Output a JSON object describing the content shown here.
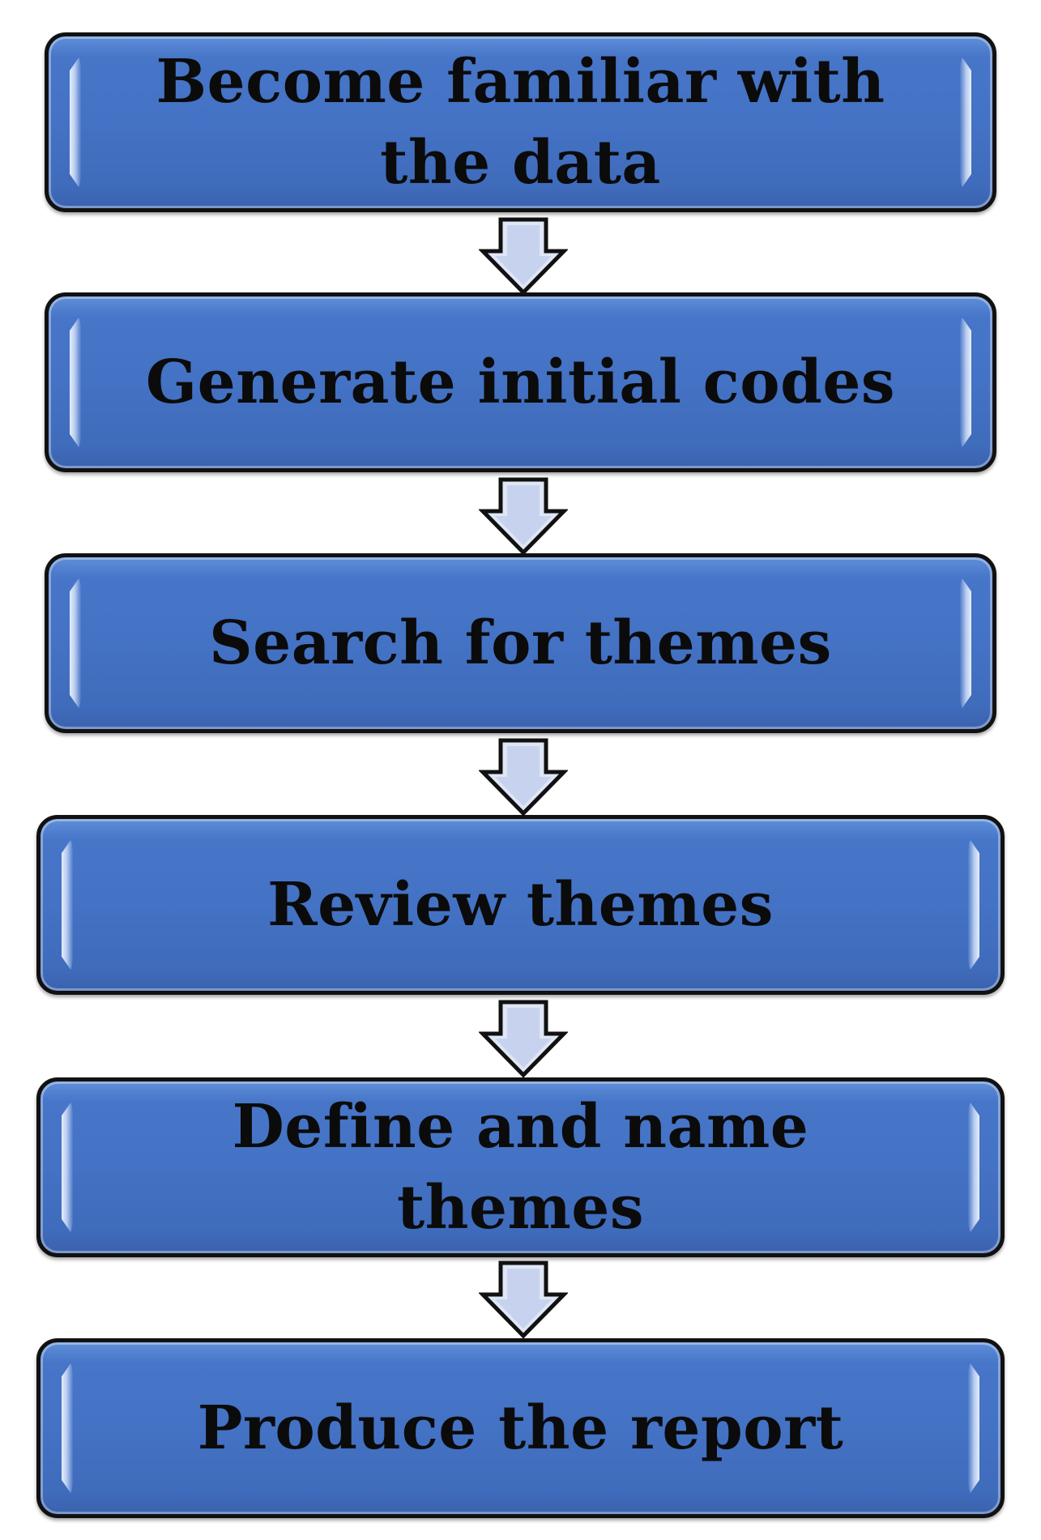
{
  "steps": [
    {
      "label": "Become familiar with the data"
    },
    {
      "label": "Generate initial codes"
    },
    {
      "label": "Search for themes"
    },
    {
      "label": "Review themes"
    },
    {
      "label": "Define and name themes"
    },
    {
      "label": "Produce the report"
    }
  ],
  "colors": {
    "box_fill": "#4472c4",
    "box_border": "#111111",
    "arrow_fill": "#dfe6f5",
    "text": "#0b0b0b"
  },
  "icons": {
    "connector": "down-arrow-icon"
  }
}
